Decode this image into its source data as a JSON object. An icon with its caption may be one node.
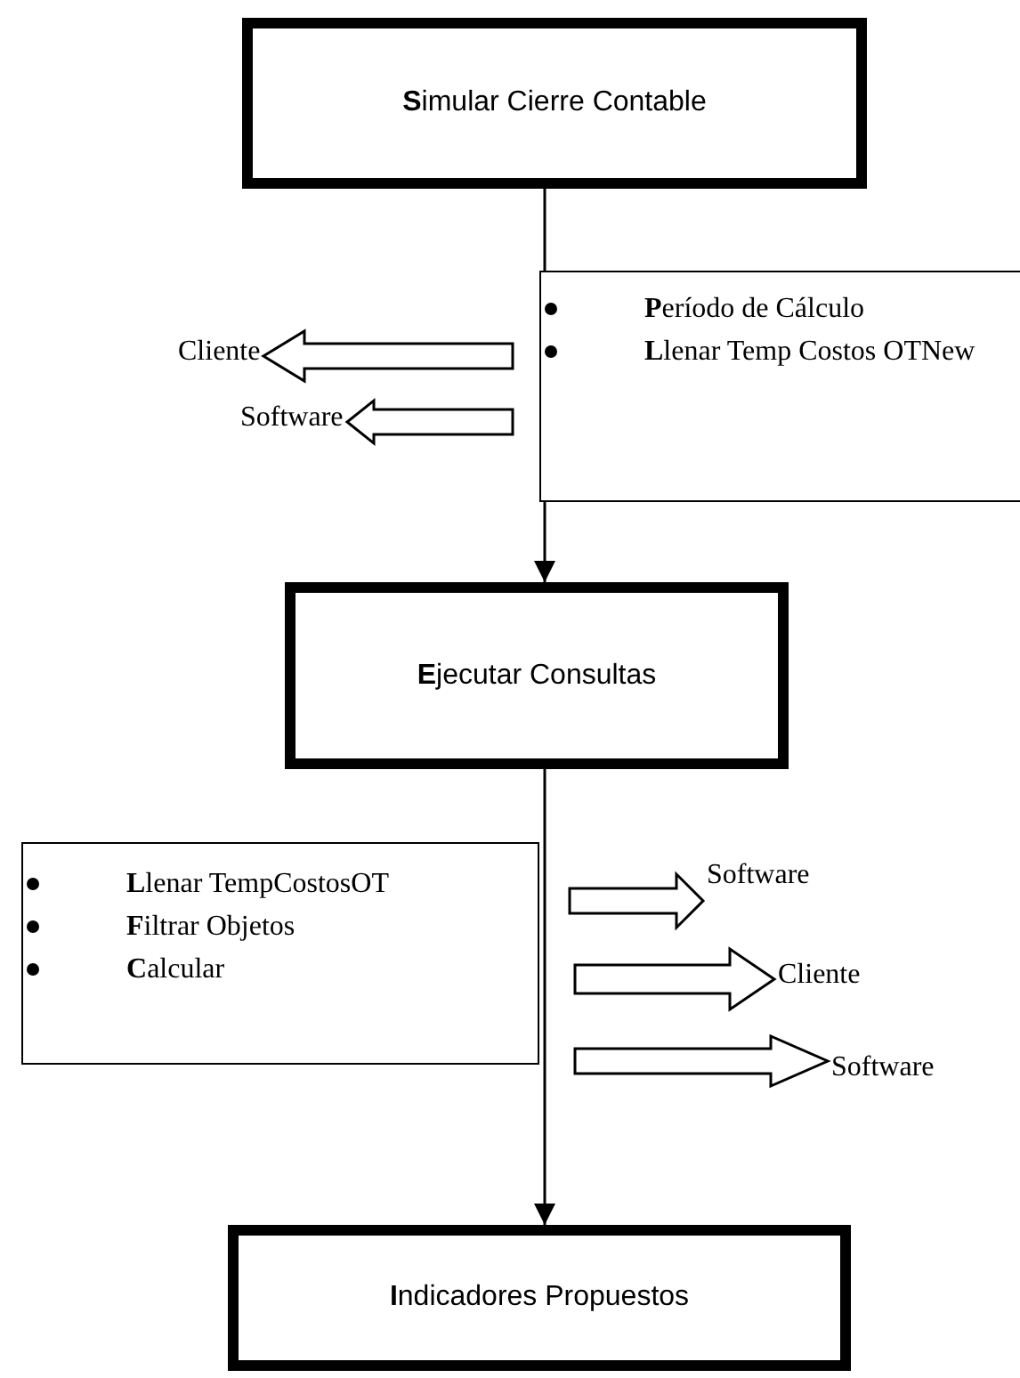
{
  "diagram": {
    "nodes": [
      {
        "text": [
          "**S**imular Cierre Contable"
        ]
      },
      {
        "text": [
          "**E**jecutar Consultas"
        ]
      },
      {
        "text": [
          "**I**ndicadores Propuestos"
        ]
      },
      {
        "text": [
          "**P**eríodo de Cálculo",
          "**L**lenar Temp Costos OTNew"
        ]
      },
      {
        "text": [
          "**L**lenar TempCostosOT",
          "**F**iltrar Objetos",
          "**C**alcular"
        ]
      },
      {
        "text": [
          "Cliente"
        ]
      },
      {
        "text": [
          "Software"
        ]
      },
      {
        "text": [
          "Software"
        ]
      },
      {
        "text": [
          "Cliente"
        ]
      },
      {
        "text": [
          "Software"
        ]
      }
    ],
    "edges": [
      {
        "from": 0,
        "to": 1,
        "arrow": "to"
      },
      {
        "from": 1,
        "to": 2,
        "arrow": "to"
      },
      {
        "from": null,
        "to": 5,
        "arrow": "to",
        "style": "thick"
      },
      {
        "from": null,
        "to": 6,
        "arrow": "to",
        "style": "thick"
      },
      {
        "from": null,
        "to": 7,
        "arrow": "to",
        "style": "thick"
      },
      {
        "from": null,
        "to": 8,
        "arrow": "to",
        "style": "thick"
      },
      {
        "from": null,
        "to": 9,
        "arrow": "to",
        "style": "thick"
      }
    ]
  }
}
